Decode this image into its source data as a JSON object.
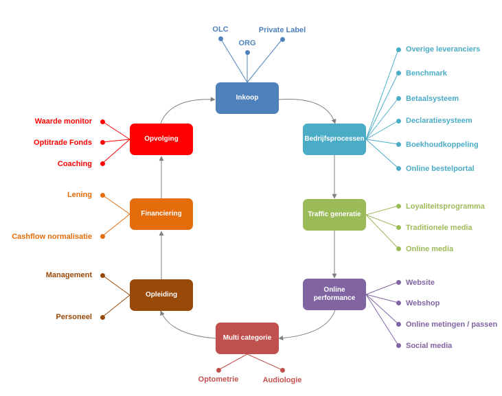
{
  "colors": {
    "blue": "#4f81bd",
    "teal": "#4bacc6",
    "green": "#9bbb59",
    "purple": "#8064a2",
    "brick": "#c0504d",
    "brown": "#984807",
    "orange": "#e46c0a",
    "red": "#ff0000",
    "connector": "#7f7f7f"
  },
  "nodes": {
    "inkoop": "Inkoop",
    "bedrijfsprocessen": "Bedrijfsprocessen",
    "traffic": "Traffic generatie",
    "online_performance": "Online\nperformance",
    "multi_categorie": "Multi categorie",
    "opleiding": "Opleiding",
    "financiering": "Financiering",
    "opvolging": "Opvolging"
  },
  "branches": {
    "inkoop": [
      "OLC",
      "ORG",
      "Private Label"
    ],
    "bedrijfsprocessen": [
      "Overige leveranciers",
      "Benchmark",
      "Betaalsysteem",
      "Declaratiesysteem",
      "Boekhoudkoppeling",
      "Online bestelportal"
    ],
    "traffic": [
      "Loyaliteitsprogramma",
      "Traditionele media",
      "Online media"
    ],
    "online_performance": [
      "Website",
      "Webshop",
      "Online metingen / passen",
      "Social media"
    ],
    "multi_categorie": [
      "Optometrie",
      "Audiologie"
    ],
    "opleiding": [
      "Management",
      "Personeel"
    ],
    "financiering": [
      "Lening",
      "Cashflow normalisatie"
    ],
    "opvolging": [
      "Waarde monitor",
      "Optitrade Fonds",
      "Coaching"
    ]
  }
}
